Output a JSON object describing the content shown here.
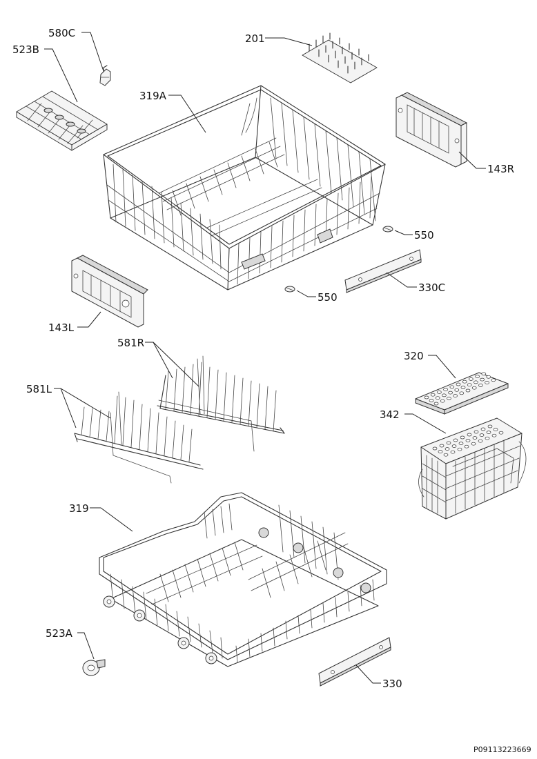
{
  "labels": {
    "l580C": "580C",
    "l523B": "523B",
    "l201": "201",
    "l319A": "319A",
    "l143R": "143R",
    "l550a": "550",
    "l550b": "550",
    "l330C": "330C",
    "l143L": "143L",
    "l581R": "581R",
    "l581L": "581L",
    "l320": "320",
    "l342": "342",
    "l319": "319",
    "l523A": "523A",
    "l330": "330"
  },
  "reference": "P09113223669"
}
